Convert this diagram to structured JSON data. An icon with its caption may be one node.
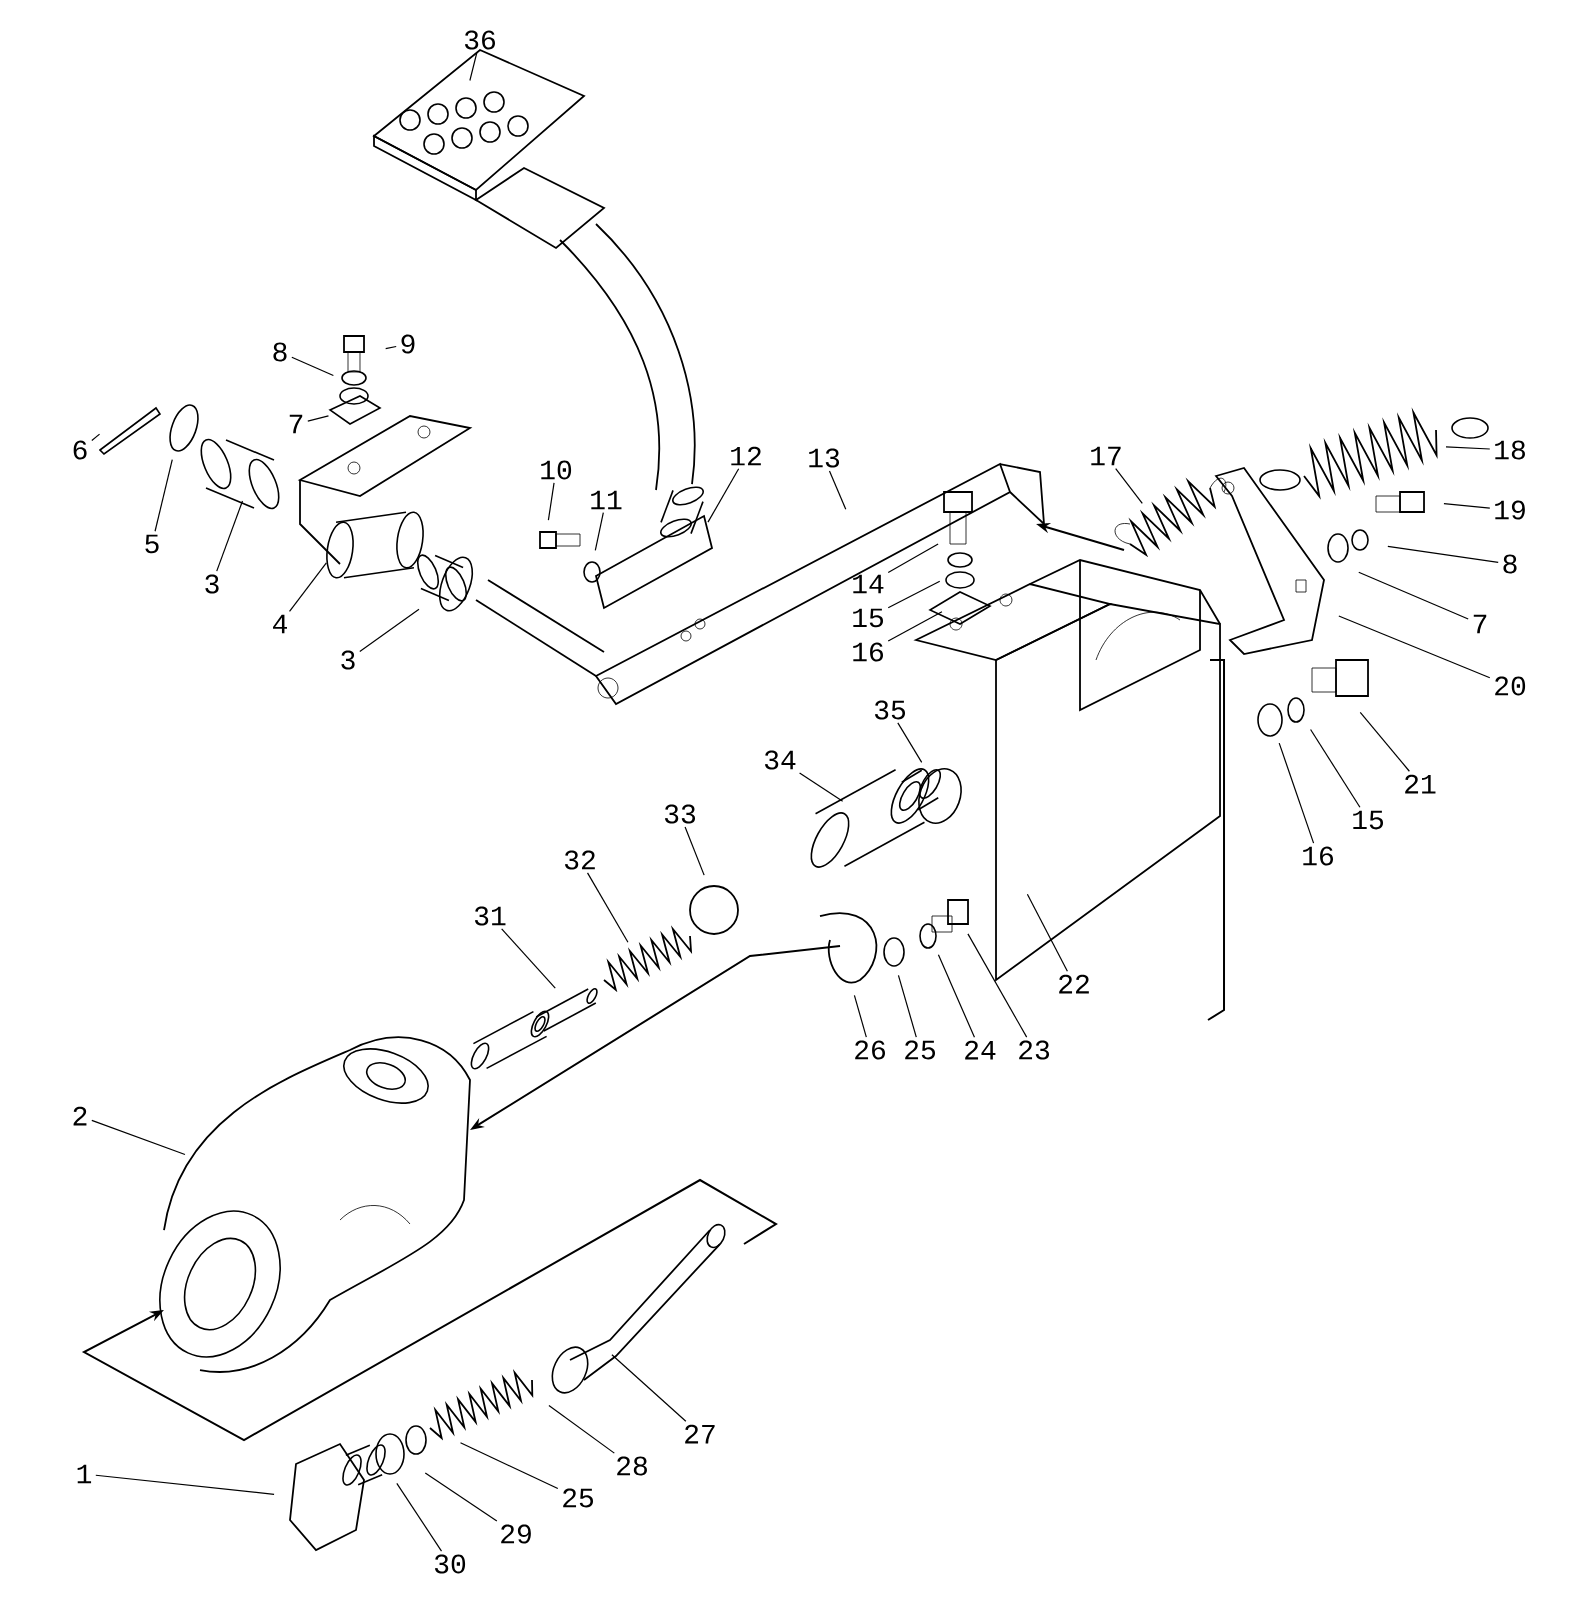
{
  "diagram": {
    "nodes": [
      {
        "text": [
          "36"
        ]
      },
      {
        "text": [
          "9"
        ]
      },
      {
        "text": [
          "8"
        ]
      },
      {
        "text": [
          "7"
        ]
      },
      {
        "text": [
          "6"
        ]
      },
      {
        "text": [
          "5"
        ]
      },
      {
        "text": [
          "3"
        ]
      },
      {
        "text": [
          "4"
        ]
      },
      {
        "text": [
          "3"
        ]
      },
      {
        "text": [
          "10"
        ]
      },
      {
        "text": [
          "11"
        ]
      },
      {
        "text": [
          "12"
        ]
      },
      {
        "text": [
          "13"
        ]
      },
      {
        "text": [
          "14"
        ]
      },
      {
        "text": [
          "15"
        ]
      },
      {
        "text": [
          "16"
        ]
      },
      {
        "text": [
          "17"
        ]
      },
      {
        "text": [
          "18"
        ]
      },
      {
        "text": [
          "19"
        ]
      },
      {
        "text": [
          "8"
        ]
      },
      {
        "text": [
          "7"
        ]
      },
      {
        "text": [
          "20"
        ]
      },
      {
        "text": [
          "21"
        ]
      },
      {
        "text": [
          "15"
        ]
      },
      {
        "text": [
          "16"
        ]
      },
      {
        "text": [
          "35"
        ]
      },
      {
        "text": [
          "34"
        ]
      },
      {
        "text": [
          "33"
        ]
      },
      {
        "text": [
          "32"
        ]
      },
      {
        "text": [
          "31"
        ]
      },
      {
        "text": [
          "26"
        ]
      },
      {
        "text": [
          "25"
        ]
      },
      {
        "text": [
          "24"
        ]
      },
      {
        "text": [
          "23"
        ]
      },
      {
        "text": [
          "22"
        ]
      },
      {
        "text": [
          "2"
        ]
      },
      {
        "text": [
          "27"
        ]
      },
      {
        "text": [
          "28"
        ]
      },
      {
        "text": [
          "1"
        ]
      },
      {
        "text": [
          "25"
        ]
      },
      {
        "text": [
          "29"
        ]
      },
      {
        "text": [
          "30"
        ]
      }
    ],
    "edges": [
      {
        "from": 0,
        "to": null,
        "arrow": "none"
      },
      {
        "from": 1,
        "to": null,
        "arrow": "none"
      },
      {
        "from": 2,
        "to": null,
        "arrow": "none"
      },
      {
        "from": 3,
        "to": null,
        "arrow": "none"
      },
      {
        "from": 4,
        "to": null,
        "arrow": "none"
      },
      {
        "from": 5,
        "to": null,
        "arrow": "none"
      },
      {
        "from": 6,
        "to": null,
        "arrow": "none"
      },
      {
        "from": 7,
        "to": null,
        "arrow": "none"
      },
      {
        "from": 8,
        "to": null,
        "arrow": "none"
      },
      {
        "from": 9,
        "to": null,
        "arrow": "none"
      },
      {
        "from": 10,
        "to": null,
        "arrow": "none"
      },
      {
        "from": 11,
        "to": null,
        "arrow": "none"
      },
      {
        "from": 12,
        "to": null,
        "arrow": "none"
      },
      {
        "from": 13,
        "to": null,
        "arrow": "none"
      },
      {
        "from": 14,
        "to": null,
        "arrow": "none"
      },
      {
        "from": 15,
        "to": null,
        "arrow": "none"
      },
      {
        "from": 16,
        "to": null,
        "arrow": "none"
      },
      {
        "from": 17,
        "to": null,
        "arrow": "none"
      },
      {
        "from": 18,
        "to": null,
        "arrow": "none"
      },
      {
        "from": 19,
        "to": null,
        "arrow": "none"
      },
      {
        "from": 20,
        "to": null,
        "arrow": "none"
      },
      {
        "from": 21,
        "to": null,
        "arrow": "none"
      },
      {
        "from": 22,
        "to": null,
        "arrow": "none"
      },
      {
        "from": 23,
        "to": null,
        "arrow": "none"
      },
      {
        "from": 24,
        "to": null,
        "arrow": "none"
      },
      {
        "from": 25,
        "to": null,
        "arrow": "none"
      },
      {
        "from": 26,
        "to": null,
        "arrow": "none"
      },
      {
        "from": 27,
        "to": null,
        "arrow": "none"
      },
      {
        "from": 28,
        "to": null,
        "arrow": "none"
      },
      {
        "from": 29,
        "to": null,
        "arrow": "none"
      },
      {
        "from": 30,
        "to": null,
        "arrow": "none"
      },
      {
        "from": 31,
        "to": null,
        "arrow": "none"
      },
      {
        "from": 32,
        "to": null,
        "arrow": "none"
      },
      {
        "from": 33,
        "to": null,
        "arrow": "none"
      },
      {
        "from": 34,
        "to": null,
        "arrow": "none"
      },
      {
        "from": 35,
        "to": null,
        "arrow": "none"
      },
      {
        "from": 36,
        "to": null,
        "arrow": "none"
      },
      {
        "from": 37,
        "to": null,
        "arrow": "none"
      },
      {
        "from": 38,
        "to": null,
        "arrow": "none"
      },
      {
        "from": 39,
        "to": null,
        "arrow": "none"
      },
      {
        "from": 40,
        "to": null,
        "arrow": "none"
      },
      {
        "from": 41,
        "to": null,
        "arrow": "none"
      }
    ]
  }
}
